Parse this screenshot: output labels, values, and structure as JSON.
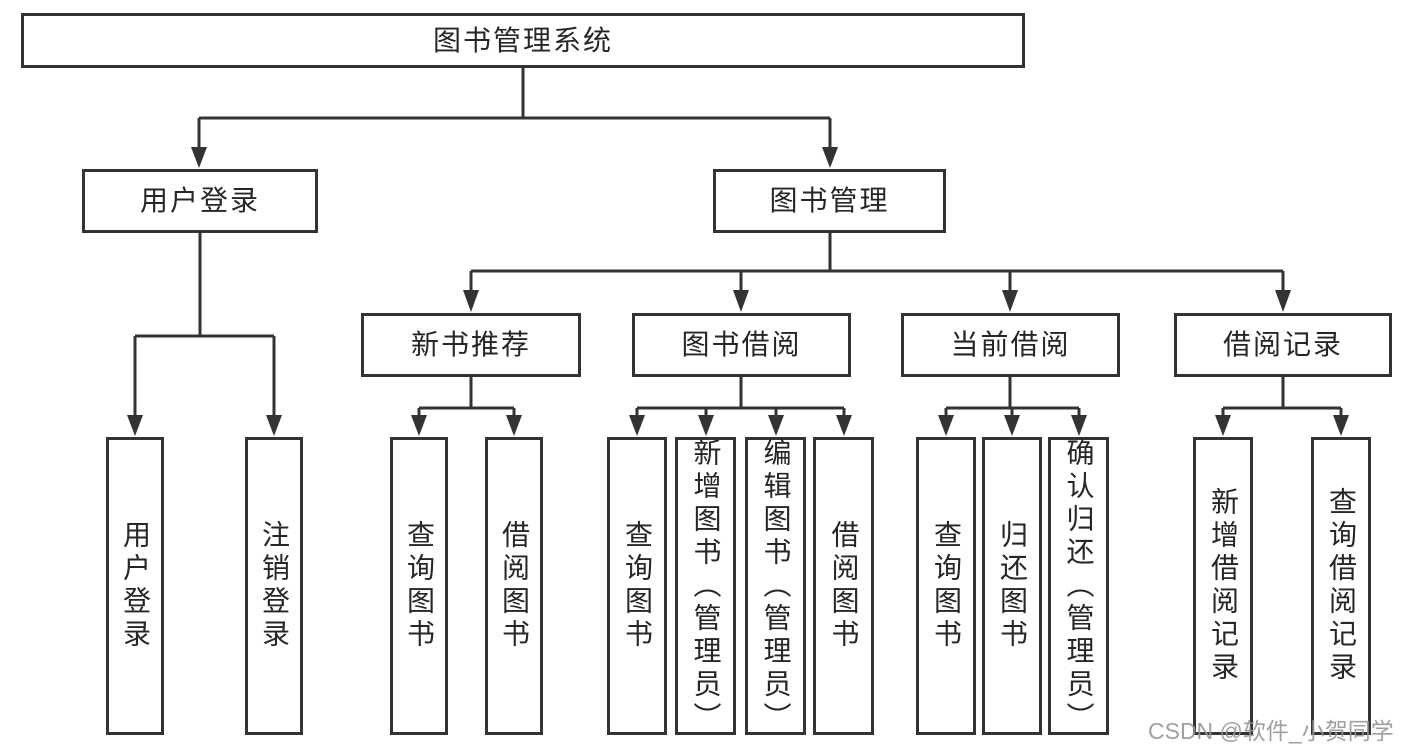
{
  "diagram": {
    "root": {
      "label": "图书管理系统"
    },
    "level2": [
      {
        "label": "用户登录",
        "children": [
          {
            "label": "用户登录"
          },
          {
            "label": "注销登录"
          }
        ]
      },
      {
        "label": "图书管理",
        "children": [
          {
            "label": "新书推荐",
            "children": [
              {
                "label": "查询图书"
              },
              {
                "label": "借阅图书"
              }
            ]
          },
          {
            "label": "图书借阅",
            "children": [
              {
                "label": "查询图书"
              },
              {
                "label": "新增图书（管理员）"
              },
              {
                "label": "编辑图书（管理员）"
              },
              {
                "label": "借阅图书"
              }
            ]
          },
          {
            "label": "当前借阅",
            "children": [
              {
                "label": "查询图书"
              },
              {
                "label": "归还图书"
              },
              {
                "label": "确认归还（管理员）"
              }
            ]
          },
          {
            "label": "借阅记录",
            "children": [
              {
                "label": "新增借阅记录"
              },
              {
                "label": "查询借阅记录"
              }
            ]
          }
        ]
      }
    ]
  },
  "watermark": {
    "text": "CSDN @软件_小贺同学"
  },
  "colors": {
    "line": "#333333",
    "text": "#262626",
    "box_background": "#ffffff",
    "watermark": "#969696"
  }
}
